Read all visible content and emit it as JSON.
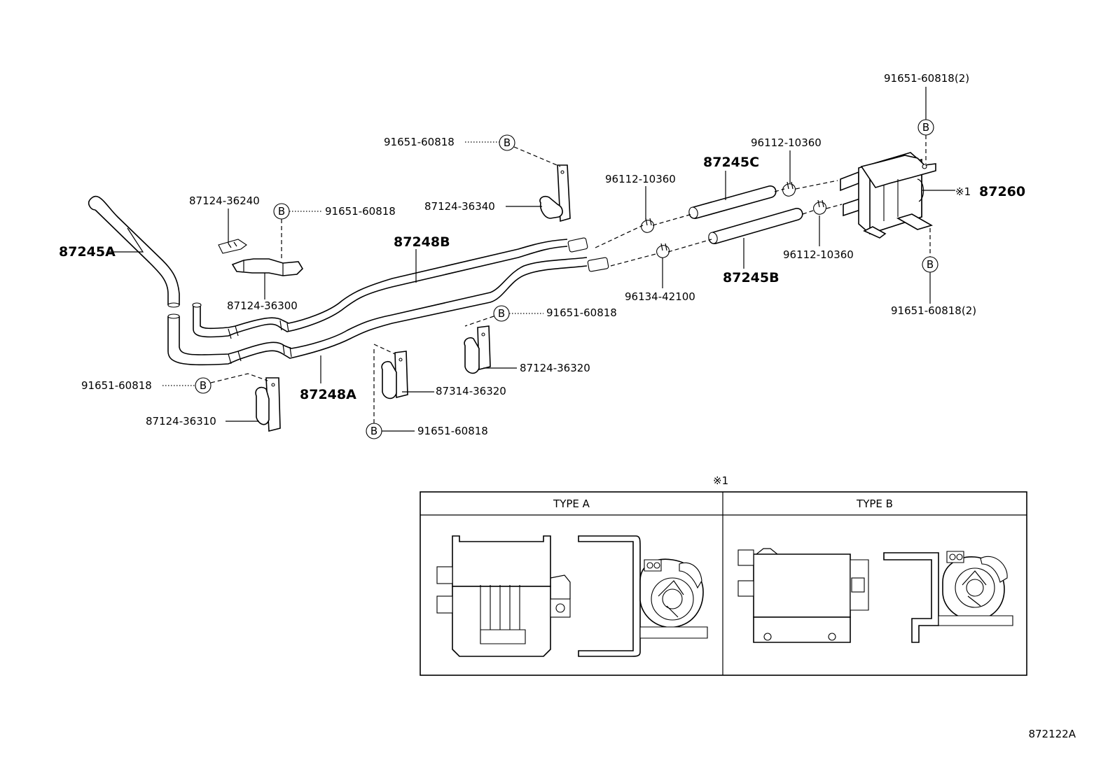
{
  "labels": {
    "hose_a": "87245A",
    "clamp_36240": "87124-36240",
    "bolt_top_left": "91651-60818",
    "clamp_36300": "87124-36300",
    "bolt_top_center": "91651-60818",
    "clamp_36340": "87124-36340",
    "pipe_b": "87248B",
    "clip_left": "96112-10360",
    "hose_c": "87245C",
    "clip_right_top": "96112-10360",
    "clip_right_bottom": "96112-10360",
    "clip_42100": "96134-42100",
    "hose_b": "87245B",
    "bolt_right_top": "91651-60818(2)",
    "bolt_right_bottom": "91651-60818(2)",
    "pump_mark": "※1",
    "pump": "87260",
    "bolt_mid_right": "91651-60818",
    "clamp_36320": "87124-36320",
    "clamp_87314": "87314-36320",
    "bolt_mid_bottom": "91651-60818",
    "bolt_left_bottom": "91651-60818",
    "clamp_36310": "87124-36310",
    "pipe_a": "87248A"
  },
  "callout_letter": "B",
  "inset": {
    "mark": "※1",
    "type_a": "TYPE A",
    "type_b": "TYPE B"
  },
  "reference": "872122A"
}
